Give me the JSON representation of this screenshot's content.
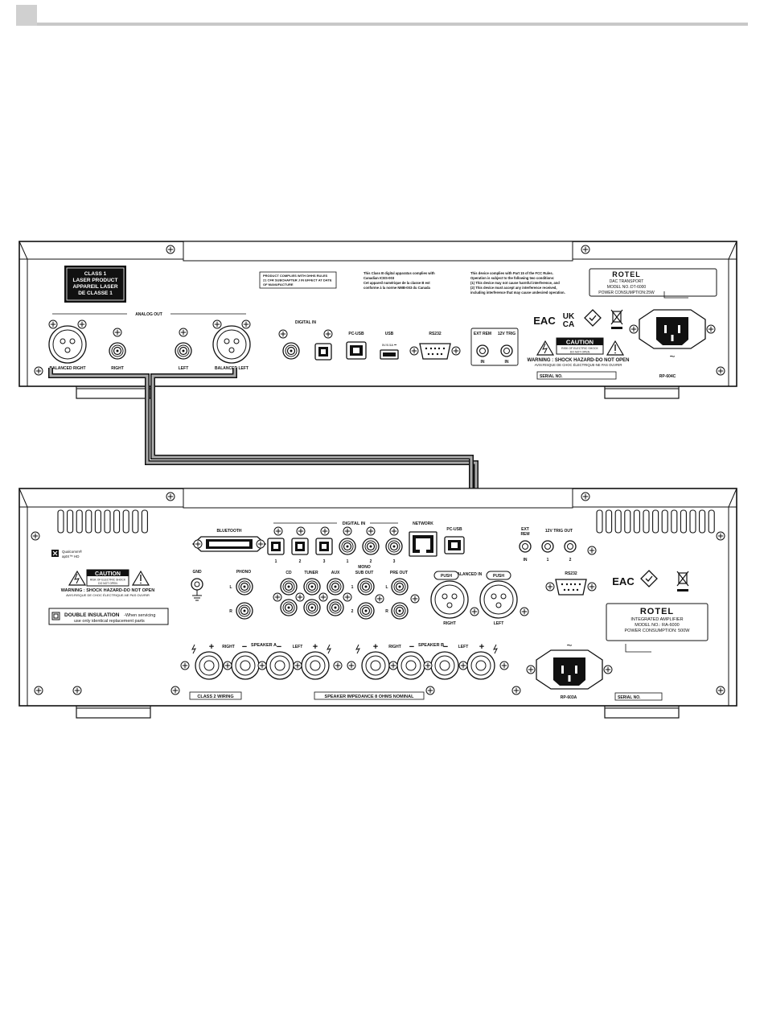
{
  "top_unit": {
    "laser_label": [
      "CLASS 1",
      "LASER PRODUCT",
      "APPAREIL LASER",
      "DE CLASSE 1"
    ],
    "dhhs_text": [
      "PRODUCT COMPLIES WITH DHHS RULES",
      "21 CFR SUBCHAPTER J IN EFFECT AT DATE",
      "OF MANUFACTURE"
    ],
    "ices_text": [
      "This Class B digital apparatus complies with",
      "Canadian ICES-003",
      "Cet appareil numérique de la classe B est",
      "conforme à la norme NMB-003 du Canada"
    ],
    "fcc_text": [
      "This device complies with Part 15 of the FCC Rules.",
      "Operation is subject to the following two conditions:",
      "(1) This device may not cause harmful interference, and",
      "(2) This device must accept any interference received,",
      "including interference that may cause undesired operation."
    ],
    "brand": "ROTEL",
    "model_lines": [
      "DAC TRANSPORT",
      "MODEL NO.:DT-6000",
      "POWER CONSUMPTION:25W"
    ],
    "analog_out": "ANALOG OUT",
    "balanced_right": "BALANCED RIGHT",
    "right": "RIGHT",
    "left": "LEFT",
    "balanced_left": "BALANCED LEFT",
    "digital_in": "DIGITAL IN",
    "pc_usb": "PC-USB",
    "usb": "USB",
    "usb_rating": "5V/0.5A ⎓",
    "rs232": "RS232",
    "ext_rem": "EXT REM",
    "trig": "12V TRIG",
    "in": "IN",
    "cert_eac": "EAC",
    "cert_ukca": [
      "UK",
      "CA"
    ],
    "caution": "CAUTION",
    "caution_sub": [
      "RISK OF ELECTRIC SHOCK",
      "DO NOT OPEN"
    ],
    "warning": "WARNING : SHOCK HAZARD-DO NOT OPEN",
    "warning_fr": "AVIS:RISQUE DE CHOC ÉLECTRIQUE-NE PAS OUVRIR",
    "serial": "SERIAL NO.",
    "rp_code": "RP-604C",
    "ac": "~"
  },
  "bottom_unit": {
    "bluetooth": "BLUETOOTH",
    "qualcomm": [
      "Qualcomm®",
      "aptX™ HD"
    ],
    "caution": "CAUTION",
    "caution_sub": [
      "RISK OF ELECTRIC SHOCK",
      "DO NOT OPEN"
    ],
    "warning": "WARNING : SHOCK HAZARD-DO NOT OPEN",
    "warning_fr": "AVIS:RISQUE DE CHOC ÉLECTRIQUE-NE PAS OUVRIR",
    "double_insulation": "DOUBLE INSULATION",
    "double_insulation_text": [
      "-When servicing",
      "use only identical replacement parts"
    ],
    "gnd": "GND",
    "phono": "PHONO",
    "l": "L",
    "r": "R",
    "digital_in": "DIGITAL IN",
    "digital_nums": [
      "1",
      "2",
      "3",
      "1",
      "2",
      "3"
    ],
    "cd": "CD",
    "tuner": "TUNER",
    "aux": "AUX",
    "mono": "MONO",
    "sub_out": "SUB OUT",
    "pre_out": "PRE OUT",
    "one": "1",
    "two": "2",
    "network": "NETWORK",
    "pc_usb": "PC-USB",
    "balanced_in": "BALANCED IN",
    "push": "PUSH",
    "right": "RIGHT",
    "left": "LEFT",
    "ext_rem": [
      "EXT",
      "REM"
    ],
    "trig_out": "12V TRIG OUT",
    "in": "IN",
    "rs232": "RS232",
    "cert_eac": "EAC",
    "brand": "ROTEL",
    "model_lines": [
      "INTEGRATED AMPLIFIER",
      "MODEL NO.: RA-6000",
      "POWER CONSUMPTION: 500W"
    ],
    "speaker_a": "SPEAKER A",
    "speaker_b": "SPEAKER B",
    "plus": "+",
    "minus": "−",
    "class2": "CLASS 2 WIRING",
    "impedance": "SPEAKER IMPEDANCE 8 OHMS NOMINAL",
    "rp_code": "RP-603A",
    "serial": "SERIAL NO.",
    "ac": "~"
  }
}
